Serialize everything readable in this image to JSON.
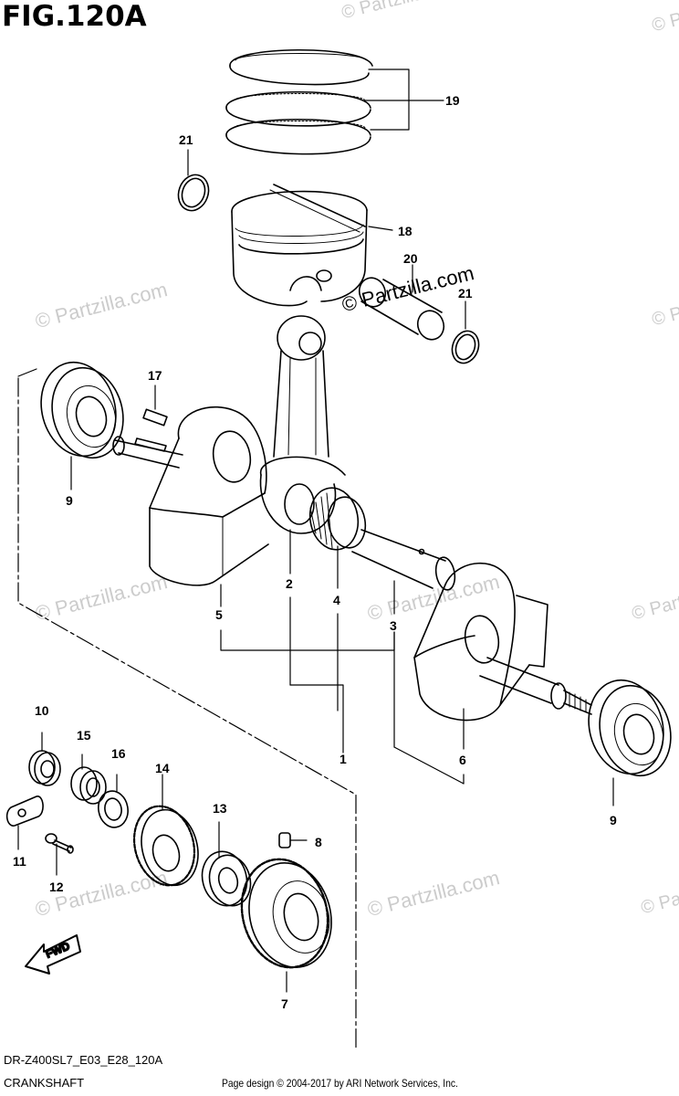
{
  "figure": {
    "title": "FIG.120A",
    "model_code": "DR-Z400SL7_E03_E28_120A",
    "name": "CRANKSHAFT",
    "copyright": "Page design © 2004-2017 by ARI Network Services, Inc.",
    "fwd_label": "FWD"
  },
  "watermark": {
    "text": "© Partzilla.com",
    "color": "#cccccc"
  },
  "callouts": [
    {
      "id": "1",
      "part": "crankshaft-assembly"
    },
    {
      "id": "2",
      "part": "connecting-rod"
    },
    {
      "id": "3",
      "part": "crank-pin"
    },
    {
      "id": "4",
      "part": "needle-bearing"
    },
    {
      "id": "5",
      "part": "crank-web-left"
    },
    {
      "id": "6",
      "part": "crank-web-right"
    },
    {
      "id": "7",
      "part": "primary-drive-gear"
    },
    {
      "id": "8",
      "part": "dowel-pin"
    },
    {
      "id": "9",
      "part": "crankshaft-bearing"
    },
    {
      "id": "10",
      "part": "bearing"
    },
    {
      "id": "11",
      "part": "retainer"
    },
    {
      "id": "12",
      "part": "screw"
    },
    {
      "id": "13",
      "part": "washer"
    },
    {
      "id": "14",
      "part": "balancer-drive-gear"
    },
    {
      "id": "15",
      "part": "bearing"
    },
    {
      "id": "16",
      "part": "washer"
    },
    {
      "id": "17",
      "part": "key"
    },
    {
      "id": "18",
      "part": "piston"
    },
    {
      "id": "19",
      "part": "piston-ring-set"
    },
    {
      "id": "20",
      "part": "piston-pin"
    },
    {
      "id": "21",
      "part": "circlip"
    }
  ]
}
